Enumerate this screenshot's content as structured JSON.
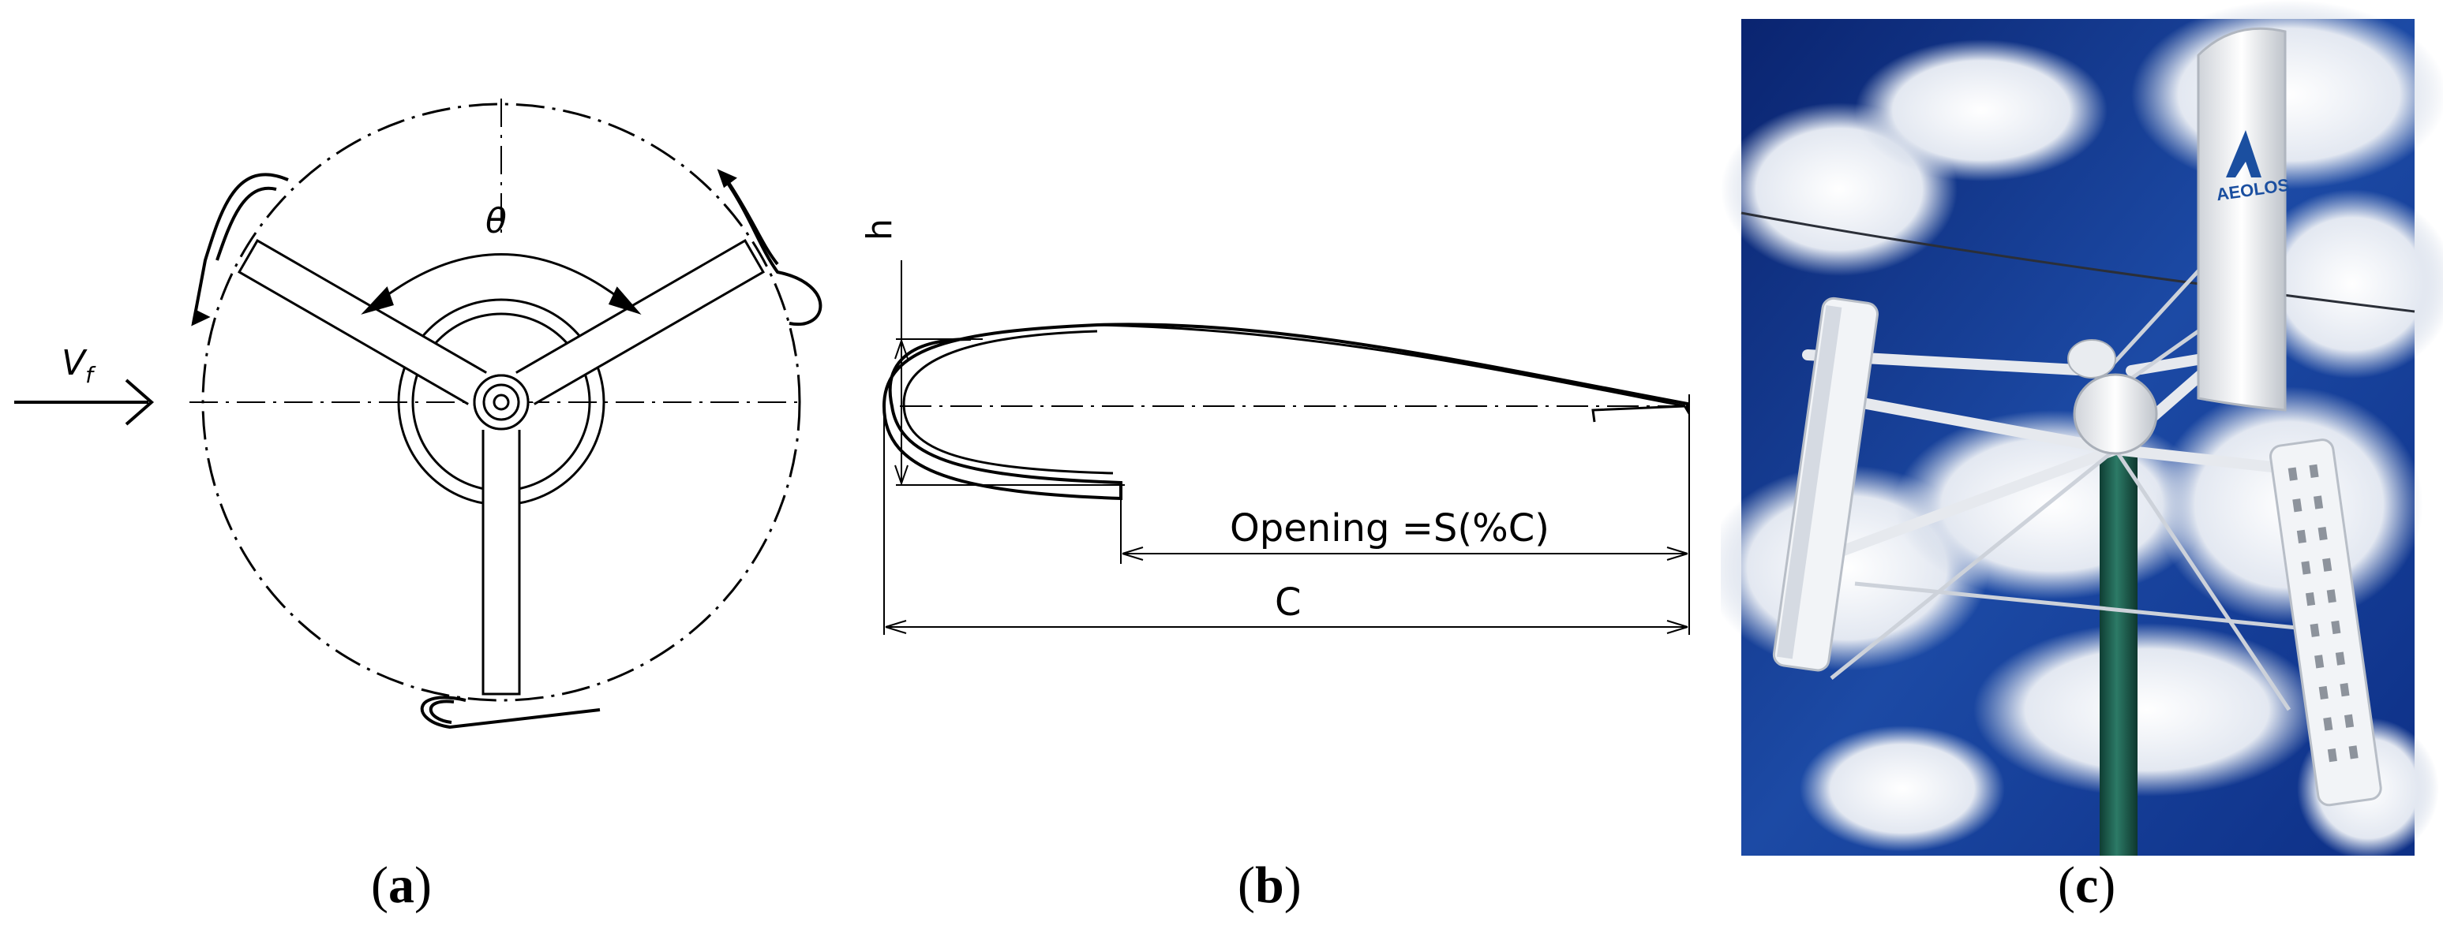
{
  "panel_a": {
    "caption_letter": "a",
    "velocity_label": "V",
    "velocity_subscript": "f",
    "angle_label": "θ"
  },
  "panel_b": {
    "caption_letter": "b",
    "height_label": "h",
    "opening_label": "Opening =S(%C)",
    "chord_label": "C"
  },
  "panel_c": {
    "caption_letter": "c",
    "logo_text": "AEOLOS"
  },
  "colors": {
    "line": "#000000",
    "sky_dark": "#0b2a7a",
    "sky_light": "#3d6fc4",
    "cloud": "#eef1f6",
    "turbine": "#f4f5f7",
    "pole": "#1d5a4c",
    "logo": "#1b4fa0"
  }
}
